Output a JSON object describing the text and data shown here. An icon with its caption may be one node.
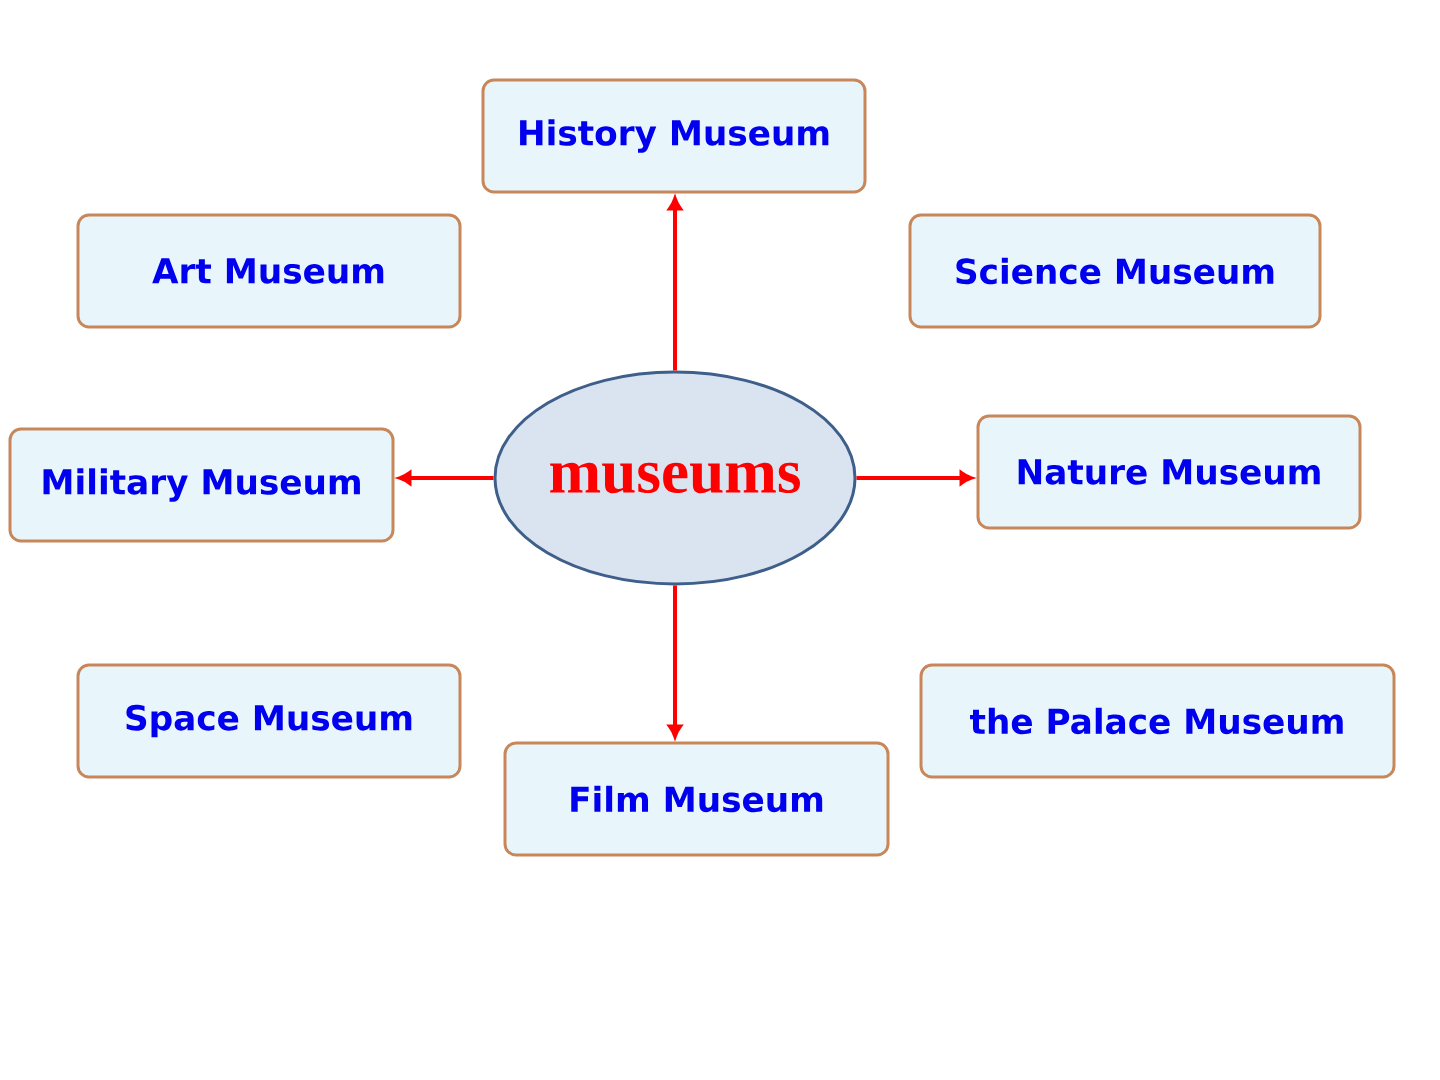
{
  "diagram": {
    "nodes": [
      {
        "text": [
          "History Museum"
        ]
      },
      {
        "text": [
          "Art Museum"
        ]
      },
      {
        "text": [
          "Science Museum"
        ]
      },
      {
        "text": [
          "Military Museum"
        ]
      },
      {
        "text": [
          "museums"
        ]
      },
      {
        "text": [
          "Nature Museum"
        ]
      },
      {
        "text": [
          "Space Museum"
        ]
      },
      {
        "text": [
          "the Palace Museum"
        ]
      },
      {
        "text": [
          "Film Museum"
        ]
      }
    ],
    "edges": [
      {
        "from": 4,
        "to": 0,
        "arrow": "to"
      },
      {
        "from": 4,
        "to": 3,
        "arrow": "to"
      },
      {
        "from": 4,
        "to": 5,
        "arrow": "to"
      },
      {
        "from": 4,
        "to": 8,
        "arrow": "to"
      }
    ]
  }
}
